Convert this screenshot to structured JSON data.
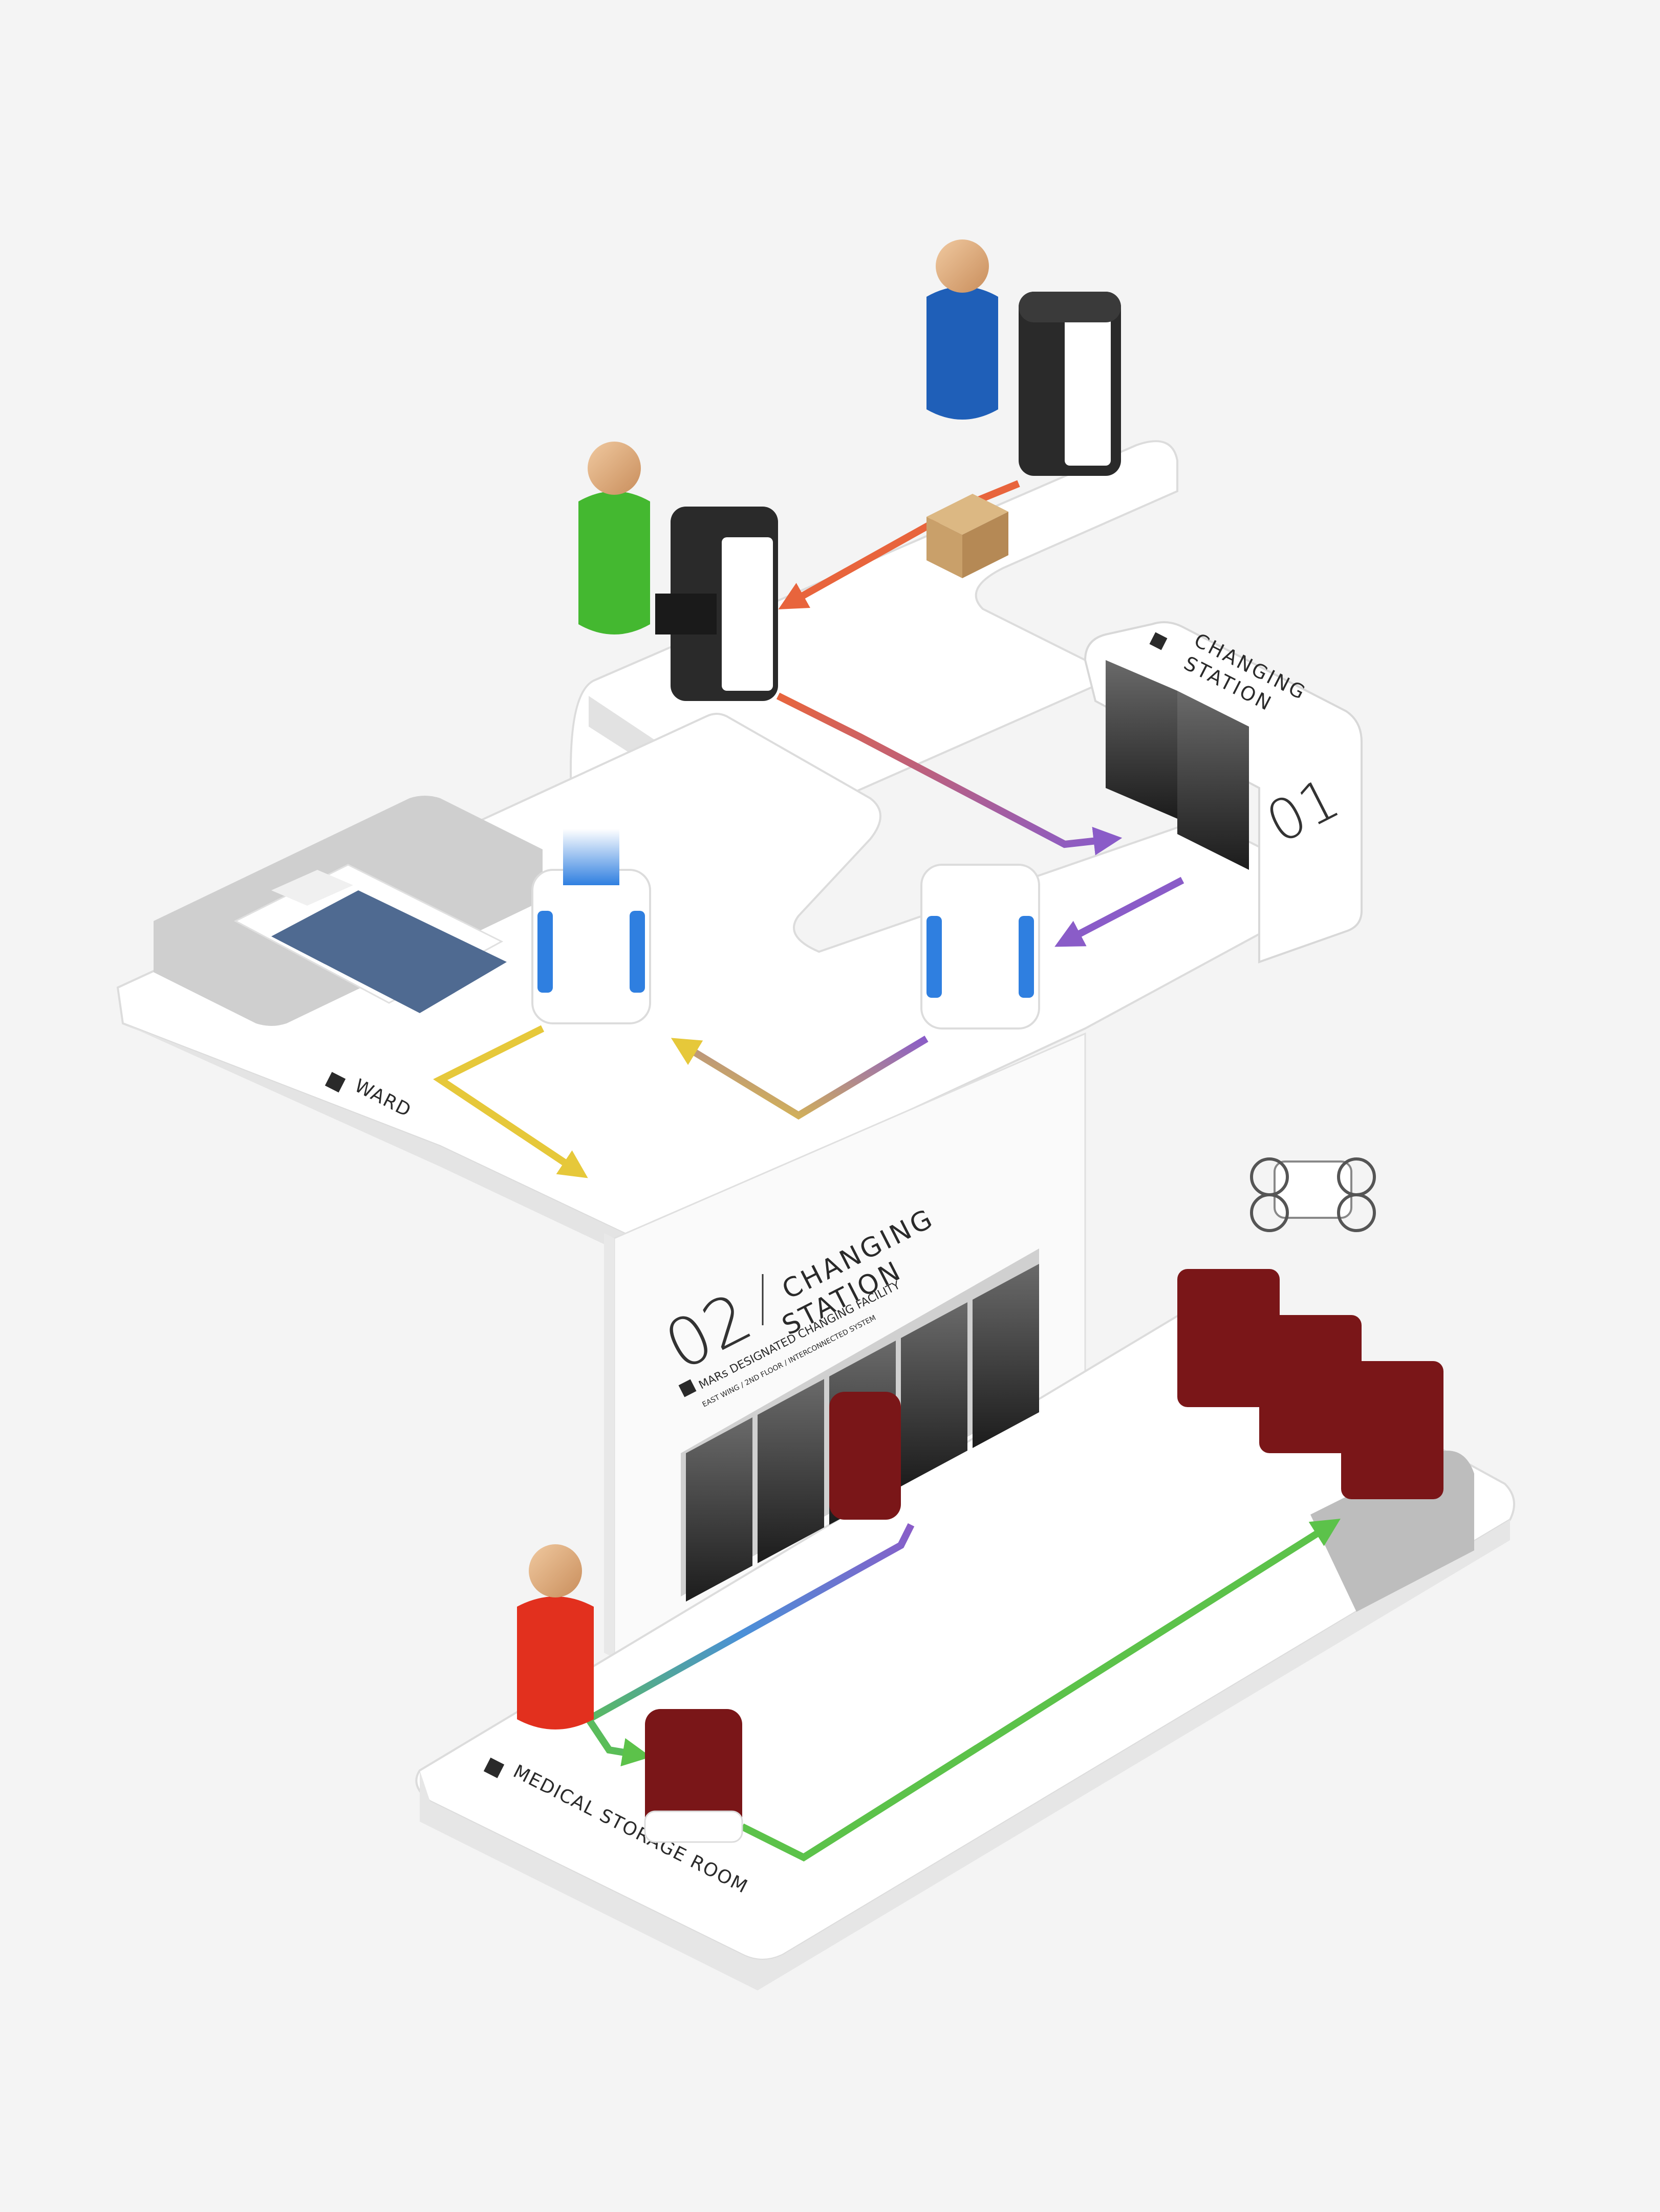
{
  "station_01": {
    "title_line1": "CHANGING",
    "title_line2": "STATION",
    "number": "01"
  },
  "station_02": {
    "number": "02",
    "title_line1": "CHANGING",
    "title_line2": "STATION",
    "subtitle": "MARs DESIGNATED CHANGING FACILITY",
    "detail": "EAST WING / 2ND FLOOR / INTERCONNECTED SYSTEM"
  },
  "zones": {
    "ward": "WARD",
    "medical_storage_room": "MEDICAL STORAGE ROOM"
  },
  "colors": {
    "background": "#f4f4f4",
    "platform": "#ffffff",
    "route_orange": "#e8643c",
    "route_purple": "#8a5cc8",
    "route_yellow": "#e6c83a",
    "route_green": "#5cc24a",
    "person_blue": "#1f5fb8",
    "person_green": "#44b830",
    "person_red": "#e2301e",
    "bed_blanket": "#4f6a91",
    "robot_dark": "#2a2a2a",
    "robot_cargo_red": "#7a1618",
    "robot_glow_blue": "#2f7fe0",
    "parcel": "#c9a06a"
  }
}
